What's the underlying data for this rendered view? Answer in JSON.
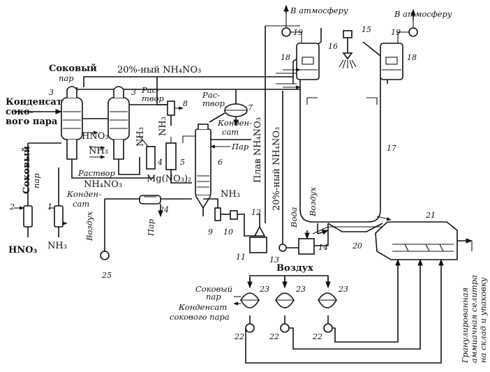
{
  "labels": {
    "atm_left": "В атмосферу",
    "atm_right": "В атмосферу",
    "juice_steam_top": "Соковый",
    "juice_steam_top2": "пар",
    "nitrate_20_top": "20%-ный NH₄NO₃",
    "condensate_juice": "Конденсат",
    "condensate_juice2": "соко-",
    "condensate_juice3": "вого пара",
    "solution_a": "Рас-",
    "solution_a2": "твор",
    "solution_b": "Рас-",
    "solution_b2": "твор",
    "hno3_mid": "HNO₃",
    "nh3_mid": "NH₃",
    "nh3_a": "NH₃",
    "nh3_b": "NH₃",
    "condensate_6": "Конден-",
    "condensate_62": "сат",
    "steam_6": "Пар",
    "melt_nitrate": "Плав NH₄NO₃",
    "nitrate_20_vert": "20%-ный NH₄NO₃",
    "solution_nitrate": "Раствор",
    "solution_nitrate2": "NH₄NO₃",
    "mg_nitrate": "Mg(NO₃)₂",
    "nh3_right": "NH₃",
    "juice_steam_left": "Соковый",
    "juice_steam_left2": "пар",
    "condensate_1": "Конден-",
    "condensate_12": "сат",
    "hno3_bottom": "HNO₃",
    "nh3_bottom": "NH₃",
    "air_left": "Воздух",
    "steam_24": "Пар",
    "water": "Вода",
    "air_mid": "Воздух",
    "air_bottom": "Воздух",
    "juice_steam_23": "Соковый",
    "juice_steam_232": "пар",
    "condensate_23": "Конденсат",
    "condensate_232": "сокового пара",
    "granulated": "Гранулированная",
    "granulated2": "аммиачная селитра",
    "granulated3": "на склад и упаковку"
  },
  "numbers": {
    "n1": "1",
    "n2": "2",
    "n3a": "3",
    "n3b": "3",
    "n4": "4",
    "n5": "5",
    "n6": "6",
    "n7": "7",
    "n8": "8",
    "n9": "9",
    "n10": "10",
    "n11": "11",
    "n12": "12",
    "n13": "13",
    "n14": "14",
    "n15": "15",
    "n16": "16",
    "n17": "17",
    "n18a": "18",
    "n18b": "18",
    "n19a": "19",
    "n19b": "19",
    "n20": "20",
    "n21": "21",
    "n22a": "22",
    "n22b": "22",
    "n22c": "22",
    "n23a": "23",
    "n23b": "23",
    "n23c": "23",
    "n24": "24",
    "n25": "25"
  }
}
